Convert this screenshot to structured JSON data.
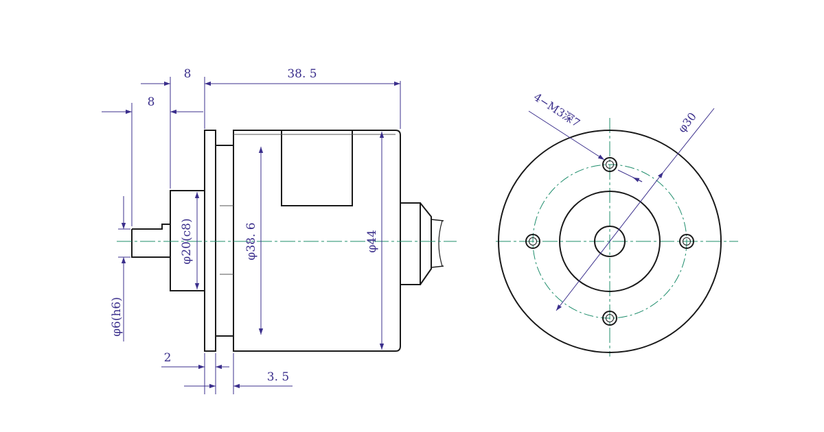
{
  "colors": {
    "outline": "#1a1a1a",
    "dimension": "#3b2f8c",
    "centerline": "#1c8c6a",
    "background": "#ffffff"
  },
  "dimensions": {
    "shaft_length": "8",
    "boss_length": "8",
    "body_length": "38. 5",
    "shaft_dia": "φ6(h6)",
    "boss_dia": "φ20(c8)",
    "recess_dia": "φ38. 6",
    "body_dia": "φ44",
    "flange_thickness": "2",
    "recess_depth": "3. 5",
    "bolt_circle_dia": "φ30",
    "tapped_holes": "4−M3深7"
  }
}
